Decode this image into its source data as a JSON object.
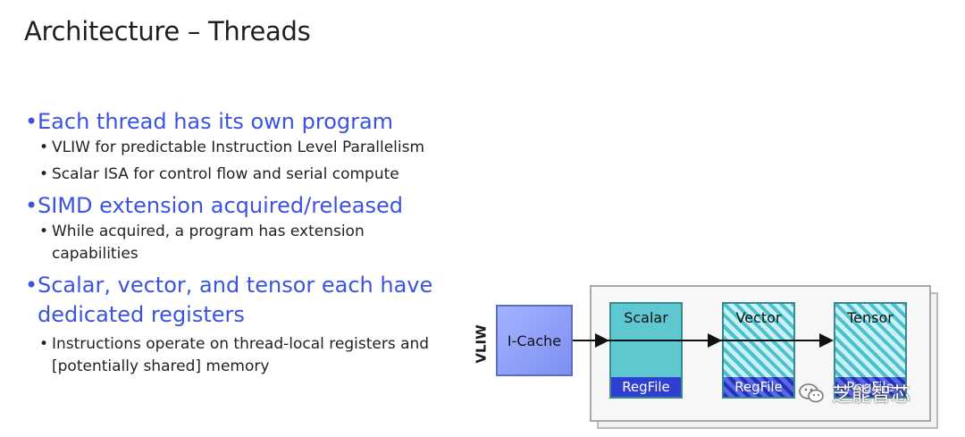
{
  "slide": {
    "title": "Architecture – Threads"
  },
  "bullets": [
    {
      "text": "Each thread has its own program",
      "sub": [
        "VLIW for predictable Instruction Level Parallelism",
        "Scalar ISA for control flow and serial compute"
      ]
    },
    {
      "text": "SIMD extension acquired/released",
      "sub": [
        "While acquired, a program has extension capabilities"
      ]
    },
    {
      "text": "Scalar, vector, and tensor each have dedicated registers",
      "sub": [
        "Instructions operate on thread-local registers and [potentially shared] memory"
      ]
    }
  ],
  "diagram": {
    "vliw_label": "VLIW",
    "icache_label": "I-Cache",
    "units": [
      {
        "name": "Scalar",
        "regfile": "RegFile"
      },
      {
        "name": "Vector",
        "regfile": "RegFile"
      },
      {
        "name": "Tensor",
        "regfile": "RegFile"
      }
    ]
  },
  "watermark": {
    "text": "芝能智芯",
    "icon": "wechat-icon"
  },
  "colors": {
    "bullet_blue": "#3b53e0",
    "icache": "#8c9cf6",
    "scalar": "#5fc7d0",
    "regfile": "#2f3fcf"
  }
}
